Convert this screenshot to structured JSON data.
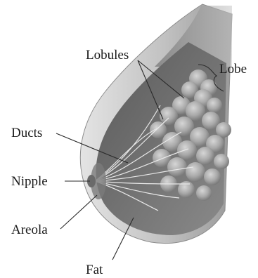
{
  "labels": {
    "lobules": "Lobules",
    "lobe": "Lobe",
    "ducts": "Ducts",
    "nipple": "Nipple",
    "areola": "Areola",
    "fat": "Fat"
  },
  "colors": {
    "outer_skin": "#c9c9c9",
    "fat_tissue": "#6e6e6e",
    "lobule": "#a9a9a9",
    "duct": "#e6e6e6",
    "text": "#1a1a1a"
  }
}
